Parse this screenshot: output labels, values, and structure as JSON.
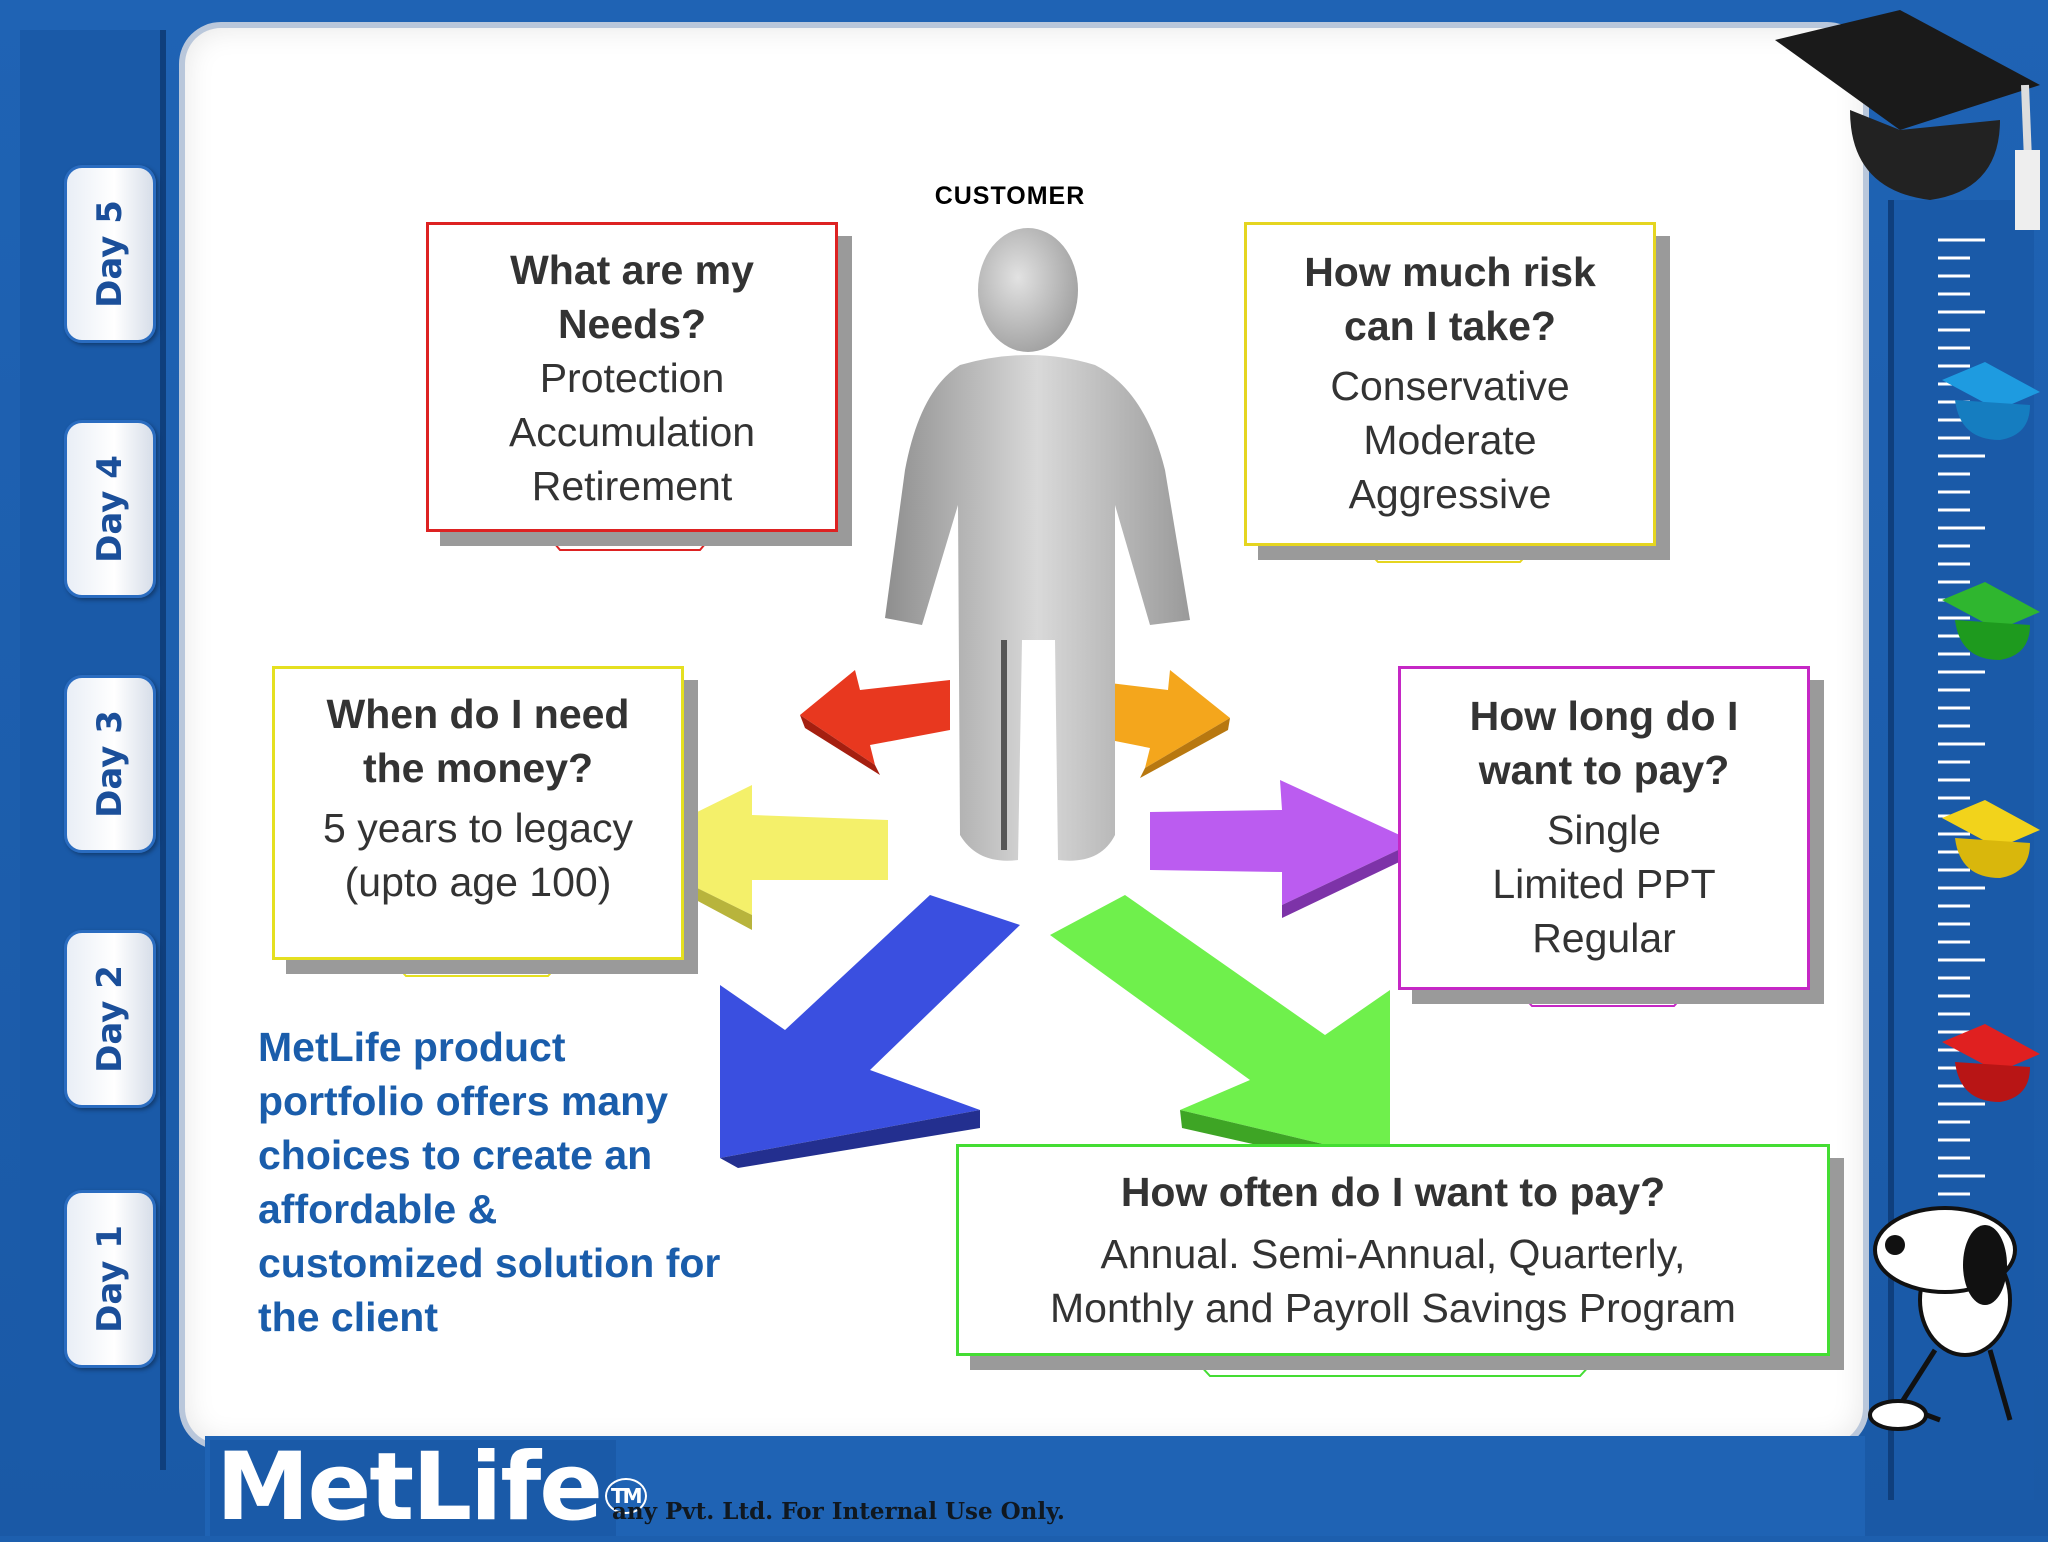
{
  "sidebar": {
    "days": [
      "Day 5",
      "Day 4",
      "Day 3",
      "Day 2",
      "Day 1"
    ]
  },
  "diagram": {
    "customer_label": "CUSTOMER",
    "needs": {
      "question": "What are my Needs?",
      "options": [
        "Protection",
        "Accumulation",
        "Retirement"
      ]
    },
    "risk": {
      "question": "How much risk can I take?",
      "options": [
        "Conservative",
        "Moderate",
        "Aggressive"
      ]
    },
    "when": {
      "question": "When do I need the money?",
      "options": [
        "5 years to legacy",
        "(upto age 100)"
      ]
    },
    "how_long": {
      "question": "How long do I want to pay?",
      "options": [
        "Single",
        "Limited PPT",
        "Regular"
      ]
    },
    "how_often": {
      "question": "How often do I want to pay?",
      "options": [
        "Annual. Semi-Annual, Quarterly,",
        "Monthly and Payroll Savings Program"
      ]
    },
    "portfolio_text": "MetLife product portfolio offers many choices to create an affordable & customized solution for the client"
  },
  "branding": {
    "logo_text": "MetLife",
    "logo_tm": "TM",
    "footer_text": "any Pvt. Ltd. For Internal Use Only."
  },
  "colors": {
    "frame_blue": "#1f63b4",
    "portfolio_blue": "#1a5dab",
    "needs_border": "#dd2222",
    "risk_border": "#e5d520",
    "when_border": "#e5e020",
    "howlong_border": "#c528c5",
    "often_border": "#44dd33"
  }
}
